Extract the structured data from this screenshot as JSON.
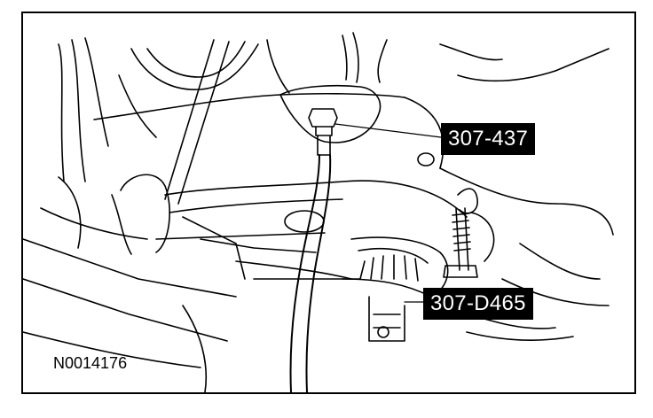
{
  "figure": {
    "callouts": [
      {
        "label": "307-437"
      },
      {
        "label": "307-D465"
      }
    ],
    "figure_id": "N0014176"
  },
  "colors": {
    "ink": "#000000",
    "paper": "#ffffff",
    "callout_bg": "#000000",
    "callout_text": "#ffffff"
  }
}
